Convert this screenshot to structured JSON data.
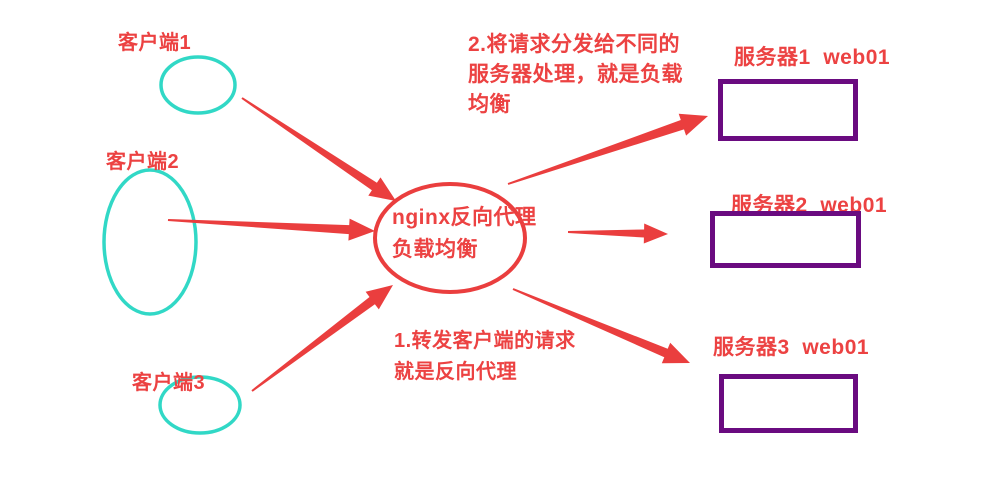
{
  "diagram": {
    "title_semantic": "nginx reverse proxy and load balancing diagram",
    "clients": [
      {
        "label": "客户端1"
      },
      {
        "label": "客户端2"
      },
      {
        "label": "客户端3"
      }
    ],
    "center_node": {
      "text": "nginx反向代理\n负载均衡"
    },
    "servers": [
      {
        "label": "服务器1  web01"
      },
      {
        "label": "服务器2  web01"
      },
      {
        "label": "服务器3  web01"
      }
    ],
    "annotations": {
      "load_balancing": "2.将请求分发给不同的\n服务器处理，就是负载\n均衡",
      "reverse_proxy": "1.转发客户端的请求\n就是反向代理"
    },
    "colors": {
      "red": "#EA3E3E",
      "text_red": "#EC4242",
      "cyan": "#31D8C6",
      "purple": "#6A0B80",
      "background": "#FFFFFF"
    }
  }
}
